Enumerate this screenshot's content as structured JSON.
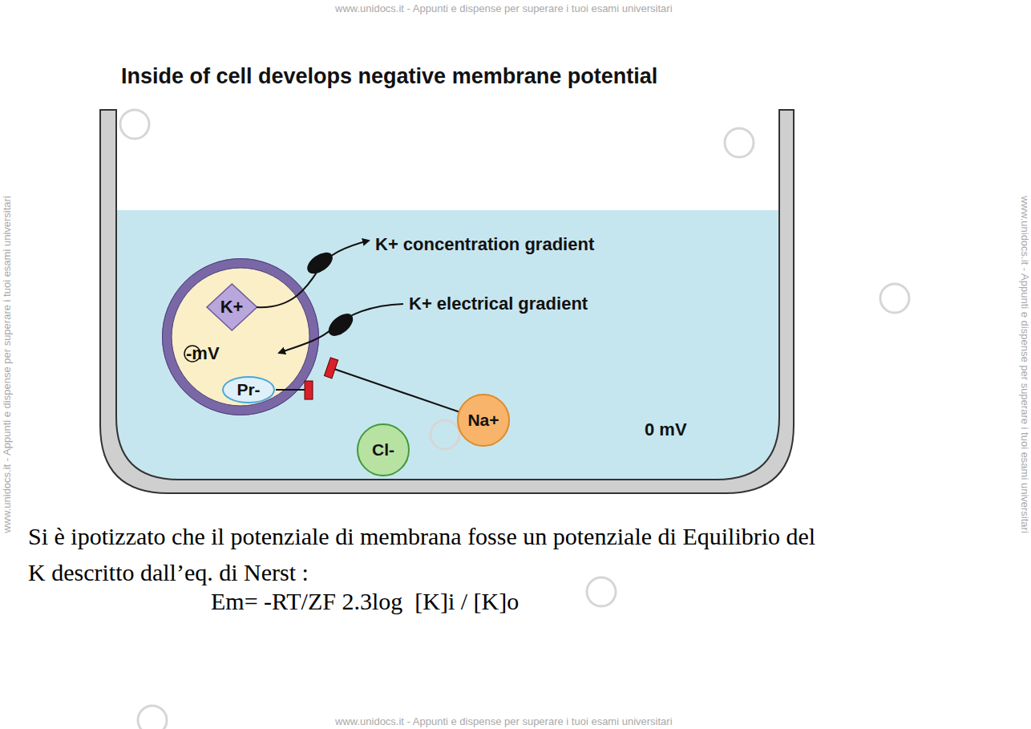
{
  "diagram": {
    "title": "Inside of cell develops negative membrane potential",
    "caption": "Si è ipotizzato che il potenziale di membrana fosse un potenziale di Equilibrio del K descritto dall’eq. di Nerst :",
    "nodes": [
      {
        "text": [
          "-mV"
        ]
      },
      {
        "text": [
          "K+"
        ],
        "in": 0
      },
      {
        "text": [
          "Pr-"
        ],
        "in": 0
      },
      {
        "text": [
          "Na+"
        ]
      },
      {
        "text": [
          "Cl-"
        ]
      }
    ],
    "edges": [
      {
        "from": 3,
        "to": 0,
        "arrow": "none"
      }
    ],
    "labels": [
      "K+ concentration gradient",
      "K+ electrical gradient",
      "0 mV",
      "Em= -RT/ZF 2.3log  [K]i / [K]o",
      "www.unidocs.it - Appunti e dispense per superare i tuoi esami universitari",
      "www.unidocs.it - Appunti e dispense per superare i tuoi esami universitari",
      "www.unidocs.it - Appunti e dispense per superare i tuoi esami universitari",
      "www.unidocs.it - Appunti e dispense per superare i tuoi esami universitari"
    ]
  }
}
